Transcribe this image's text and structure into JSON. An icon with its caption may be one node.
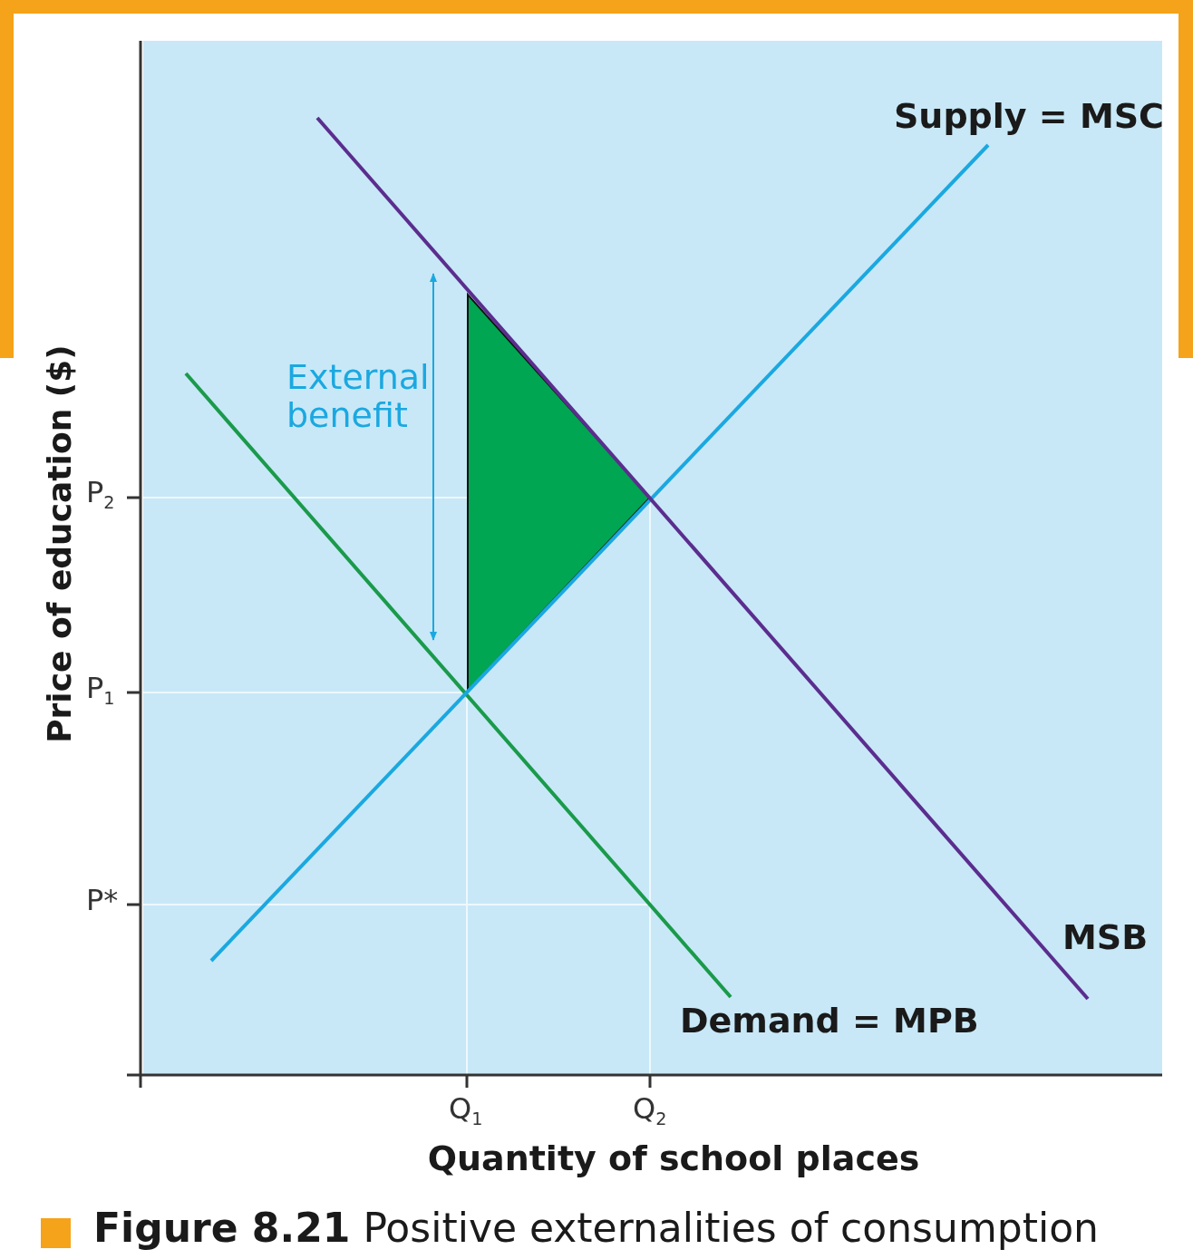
{
  "diagram": {
    "caption": "**Figure 8.21** Positive externalities of consumption",
    "labels": [
      "Supply = MSC",
      "External benefit",
      "P$_{2}$",
      "Price of education ($)",
      "P$_{1}$",
      "P*",
      "MSB",
      "Demand = MPB",
      "Q$_{1}$",
      "Q$_{2}$",
      "Quantity of school places"
    ]
  }
}
